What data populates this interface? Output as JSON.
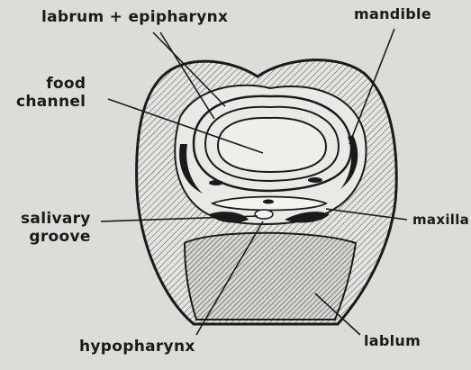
{
  "labels": {
    "labrum_epipharynx": "labrum + epipharynx",
    "mandible": "mandible",
    "food_channel": "food\nchannel",
    "salivary_groove": "salivary\ngroove",
    "maxilla": "maxilla",
    "hypopharynx": "hypopharynx",
    "lablum": "lablum"
  },
  "colors": {
    "background": "#dcdcd8",
    "ink": "#1a1a1a",
    "hatch": "#5a5a5a"
  }
}
